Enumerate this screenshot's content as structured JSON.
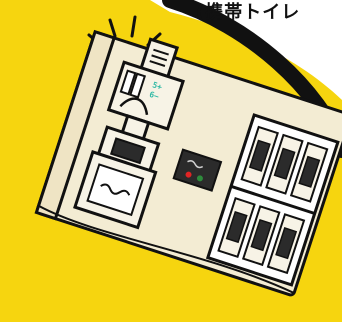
{
  "caption": {
    "text": "(携帯トイレ"
  },
  "illustration": {
    "subject": "breaker-panel",
    "palette": {
      "background_yellow": "#f6d50f",
      "panel_cream": "#f3ecd3",
      "frame_cream": "#efe4c4",
      "outline": "#111111",
      "stp_green": "#2fb9a5",
      "led_red": "#e02424",
      "led_green": "#2e8b3c",
      "switch_dark": "#2b2b2b"
    },
    "stp_label_line1": "5+",
    "stp_label_line2": "6−"
  }
}
